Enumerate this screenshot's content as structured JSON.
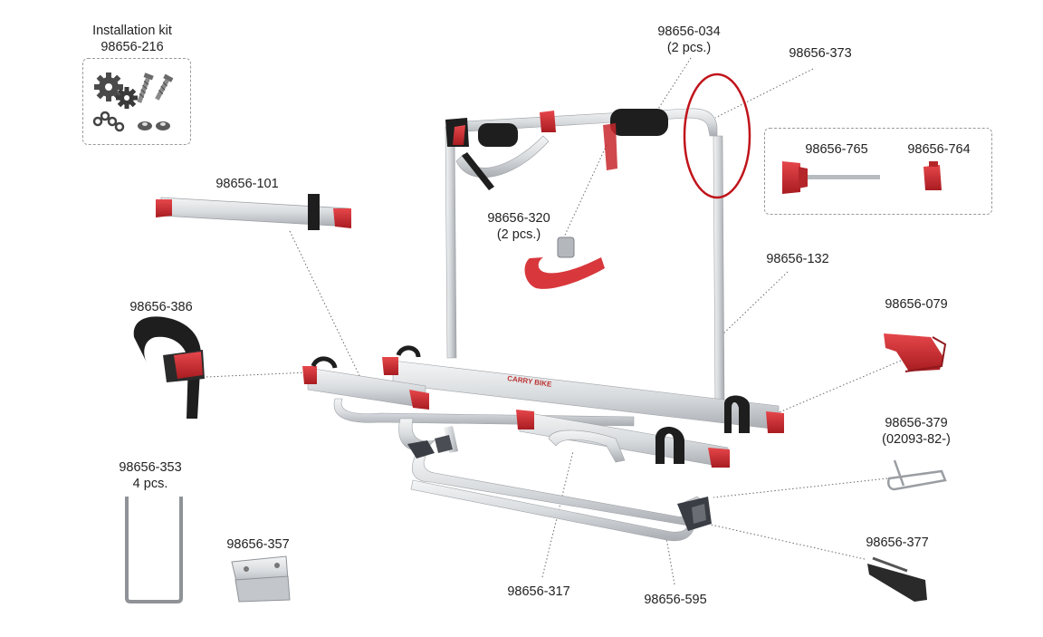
{
  "labels": {
    "kit_title": "Installation kit",
    "kit_part": "98656-216",
    "p034": "98656-034",
    "p034_qty": "(2 pcs.)",
    "p373": "98656-373",
    "p765": "98656-765",
    "p764": "98656-764",
    "p101": "98656-101",
    "p320": "98656-320",
    "p320_qty": "(2 pcs.)",
    "p132": "98656-132",
    "p386": "98656-386",
    "p079": "98656-079",
    "p379": "98656-379",
    "p379_alt": "(02093-82-)",
    "p353": "98656-353",
    "p353_qty": "4 pcs.",
    "p357": "98656-357",
    "p317": "98656-317",
    "p595": "98656-595",
    "p377": "98656-377",
    "brand_text": "CARRY BIKE"
  },
  "colors": {
    "aluminium": "#d9dcdf",
    "aluminium_dark": "#a9adb2",
    "accent_red": "#c8282d",
    "rubber_black": "#1e1e1e",
    "highlight_circle": "#c0141b",
    "leader_line": "#6a6a6a"
  },
  "icons": [
    "gear-icon",
    "screw-icon",
    "chain-icon",
    "nut-icon"
  ]
}
